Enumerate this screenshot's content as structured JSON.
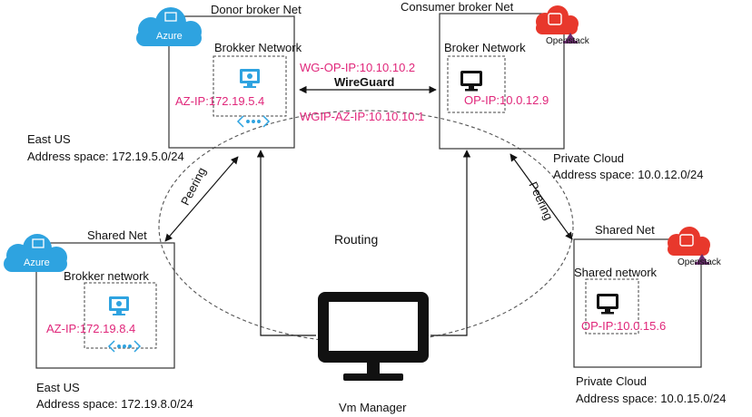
{
  "donor": {
    "title": "Donor broker Net",
    "inner_title": "Brokker Network",
    "ip": "AZ-IP:172.19.5.4",
    "region": "East US",
    "address_space": "Address space: 172.19.5.0/24",
    "cloud_label": "Azure"
  },
  "consumer": {
    "title": "Consumer broker Net",
    "inner_title": "Broker Network",
    "ip": "OP-IP:10.0.12.9",
    "region": "Private Cloud",
    "address_space": "Address space: 10.0.12.0/24",
    "cloud_label": "Openstack"
  },
  "wireguard": {
    "wg_op_ip": "WG-OP-IP:10.10.10.2",
    "label": "WireGuard",
    "wgip_az_ip": "WGIP-AZ-IP:10.10.10.1"
  },
  "shared_left": {
    "title": "Shared Net",
    "inner_title": "Brokker network",
    "ip": "AZ-IP:172.19.8.4",
    "region": "East US",
    "address_space": "Address space: 172.19.8.0/24",
    "cloud_label": "Azure"
  },
  "shared_right": {
    "title": "Shared Net",
    "inner_title": "Shared network",
    "ip": "OP-IP:10.0.15.6",
    "region": "Private Cloud",
    "address_space": "Address space: 10.0.15.0/24",
    "cloud_label": "Openstack"
  },
  "center": {
    "peering_left": "Peering",
    "peering_right": "Peering",
    "routing": "Routing",
    "vm_manager": "Vm Manager"
  },
  "colors": {
    "azure": "#2ea3e0",
    "openstack": "#e8382c",
    "ip_text": "#e0267a"
  }
}
